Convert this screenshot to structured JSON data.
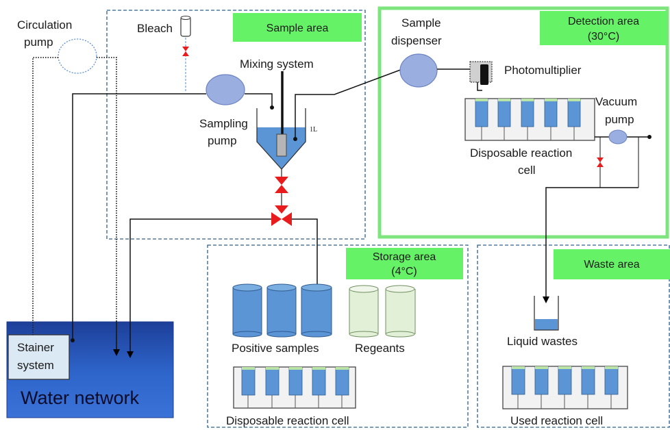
{
  "areas": {
    "sample": "Sample area",
    "detection_line1": "Detection area",
    "detection_line2": "(30°C)",
    "storage_line1": "Storage area",
    "storage_line2": "(4°C)",
    "waste": "Waste area"
  },
  "labels": {
    "circulation_line1": "Circulation",
    "circulation_line2": "pump",
    "bleach": "Bleach",
    "mixing_system": "Mixing system",
    "sampling_line1": "Sampling",
    "sampling_line2": "pump",
    "volume": "1L",
    "sample_dispenser_line1": "Sample",
    "sample_dispenser_line2": "dispenser",
    "photomultiplier": "Photomultiplier",
    "vacuum_line1": "Vacuum",
    "vacuum_line2": "pump",
    "disposable_cell_line1": "Disposable reaction",
    "disposable_cell_line2": "cell",
    "positive_samples": "Positive samples",
    "regeants": "Regeants",
    "storage_cell": "Disposable reaction cell",
    "liquid_wastes": "Liquid wastes",
    "used_cell": "Used reaction cell",
    "stainer_line1": "Stainer",
    "stainer_line2": "system",
    "water_network": "Water network"
  },
  "colors": {
    "area_label_bg": "#66f266",
    "detection_border": "#7ee57e",
    "dashed_border": "#2e5f8a",
    "pump_fill": "#9aaee0",
    "water_blue": "#2e62c8",
    "cylinder_blue": "#5b95d5",
    "cylinder_pale": "#e3f0d8",
    "valve_red": "#e81c1c",
    "cell_frame": "#f2f2f2"
  }
}
